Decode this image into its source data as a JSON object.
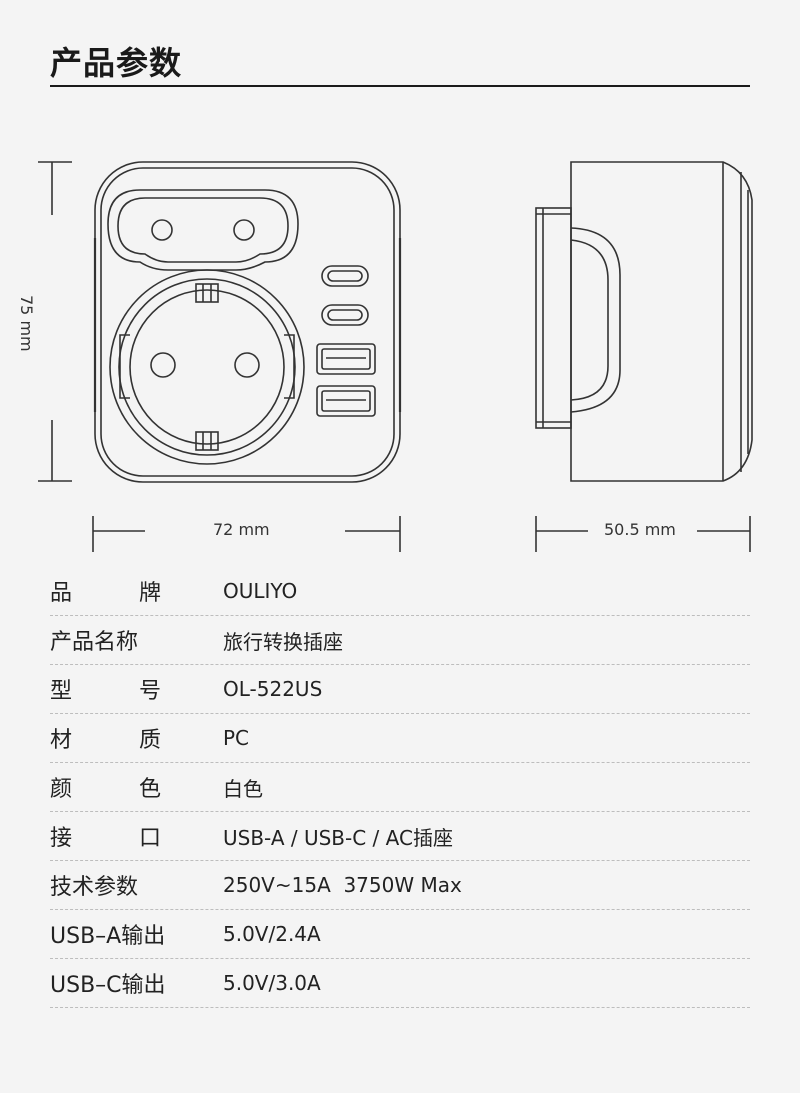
{
  "header": {
    "title": "产品参数"
  },
  "dimensions": {
    "height": "75 mm",
    "width": "72 mm",
    "depth": "50.5 mm"
  },
  "specs": [
    {
      "key_a": "品",
      "key_b": "牌",
      "value": "OULIYO"
    },
    {
      "key": "产品名称",
      "value": "旅行转换插座"
    },
    {
      "key_a": "型",
      "key_b": "号",
      "value": "OL-522US"
    },
    {
      "key_a": "材",
      "key_b": "质",
      "value": "PC"
    },
    {
      "key_a": "颜",
      "key_b": "色",
      "value": "白色"
    },
    {
      "key_a": "接",
      "key_b": "口",
      "value": "USB-A / USB-C / AC插座"
    },
    {
      "key": "技术参数",
      "value": "250V~15A  3750W Max"
    },
    {
      "key": "USB–A输出",
      "value": "5.0V/2.4A"
    },
    {
      "key": "USB–C输出",
      "value": "5.0V/3.0A"
    }
  ]
}
